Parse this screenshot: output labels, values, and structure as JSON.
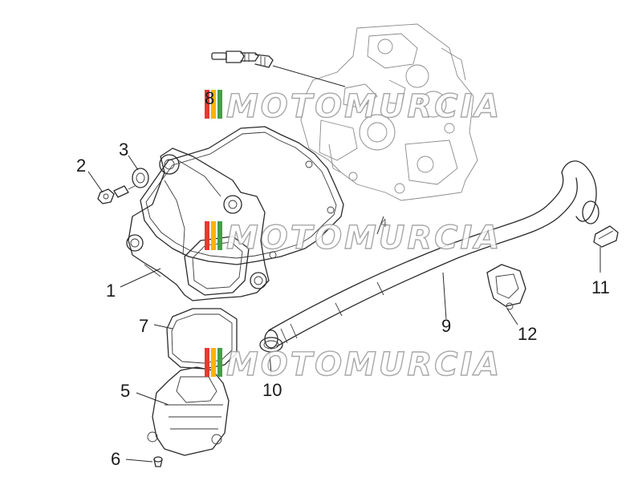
{
  "diagram": {
    "watermark_text": "MOTOMURCIA",
    "watermark_colors": [
      "#e53935",
      "#ffb300",
      "#43a047"
    ],
    "callouts": [
      {
        "id": "1",
        "label": "1"
      },
      {
        "id": "2",
        "label": "2"
      },
      {
        "id": "3",
        "label": "3"
      },
      {
        "id": "4",
        "label": "4"
      },
      {
        "id": "5",
        "label": "5"
      },
      {
        "id": "6",
        "label": "6"
      },
      {
        "id": "7",
        "label": "7"
      },
      {
        "id": "8",
        "label": "8"
      },
      {
        "id": "9",
        "label": "9"
      },
      {
        "id": "10",
        "label": "10"
      },
      {
        "id": "11",
        "label": "11"
      },
      {
        "id": "12",
        "label": "12"
      }
    ]
  }
}
